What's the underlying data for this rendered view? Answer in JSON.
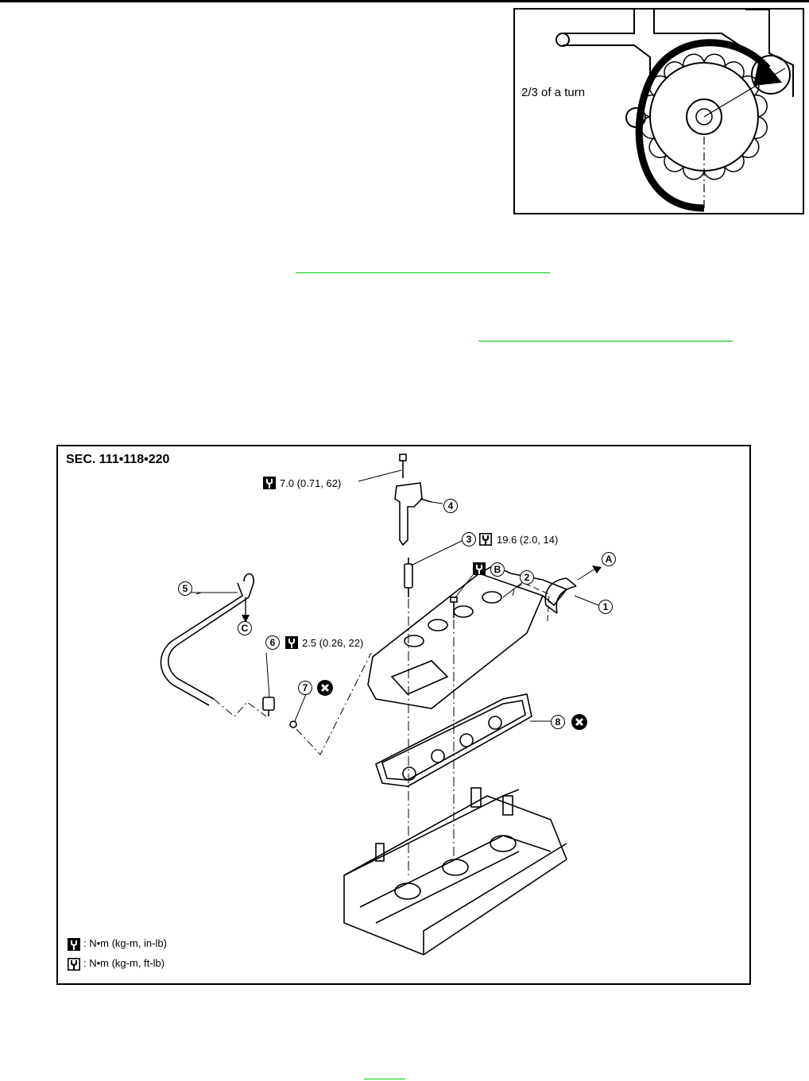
{
  "figure_rotation": {
    "label": "2/3 of a turn"
  },
  "figure_exploded": {
    "section_title": "SEC. 111•118•220",
    "torques": {
      "t4": "7.0 (0.71, 62)",
      "t3": "19.6 (2.0, 14)",
      "t6": "2.5 (0.26, 22)"
    },
    "callouts": {
      "c1": "1",
      "c2": "2",
      "c3": "3",
      "c4": "4",
      "c5": "5",
      "c6": "6",
      "c7": "7",
      "c8": "8",
      "cA": "A",
      "cB": "B",
      "cC": "C"
    },
    "legend": {
      "inlb": ": N•m (kg-m, in-lb)",
      "ftlb": ": N•m (kg-m, ft-lb)"
    }
  }
}
